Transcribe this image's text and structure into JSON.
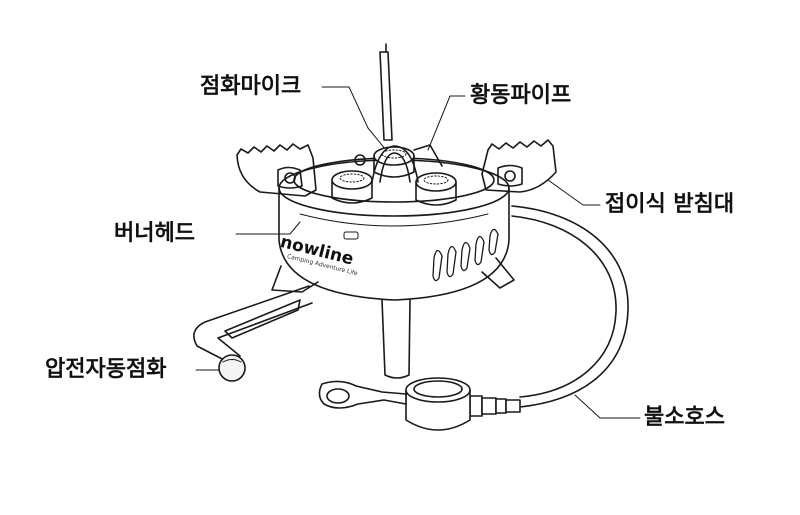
{
  "labels": {
    "ignition_needle": "점화마이크",
    "brass_pipe": "황동파이프",
    "folding_pot_support": "접이식 받침대",
    "burner_head": "버너헤드",
    "piezo_ignition": "압전자동점화",
    "gas_hose": "불소호스"
  },
  "brand": {
    "logo_text": "nowline",
    "tagline": "Camping Adventure Life"
  },
  "colors": {
    "line": "#1a1a1a",
    "text": "#111111",
    "background": "#ffffff"
  }
}
